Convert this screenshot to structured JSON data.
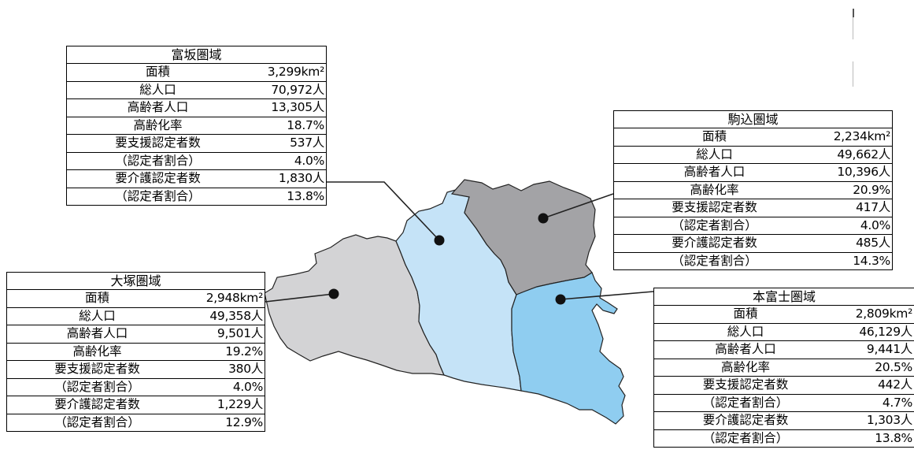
{
  "regions": [
    {
      "id": "tomisaka",
      "title": "富坂圏域",
      "fill": "#c5e3f7",
      "rows": [
        {
          "label": "面積",
          "value": "3,299km²"
        },
        {
          "label": "総人口",
          "value": "70,972人"
        },
        {
          "label": "高齢者人口",
          "value": "13,305人"
        },
        {
          "label": "高齢化率",
          "value": "18.7%"
        },
        {
          "label": "要支援認定者数",
          "value": "537人"
        },
        {
          "label": "（認定者割合）",
          "value": "4.0%"
        },
        {
          "label": "要介護認定者数",
          "value": "1,830人"
        },
        {
          "label": "（認定者割合）",
          "value": "13.8%"
        }
      ]
    },
    {
      "id": "komagome",
      "title": "駒込圏域",
      "fill": "#a3a3a6",
      "rows": [
        {
          "label": "面積",
          "value": "2,234km²"
        },
        {
          "label": "総人口",
          "value": "49,662人"
        },
        {
          "label": "高齢者人口",
          "value": "10,396人"
        },
        {
          "label": "高齢化率",
          "value": "20.9%"
        },
        {
          "label": "要支援認定者数",
          "value": "417人"
        },
        {
          "label": "（認定者割合）",
          "value": "4.0%"
        },
        {
          "label": "要介護認定者数",
          "value": "485人"
        },
        {
          "label": "（認定者割合）",
          "value": "14.3%"
        }
      ]
    },
    {
      "id": "otsuka",
      "title": "大塚圏域",
      "fill": "#d3d3d5",
      "rows": [
        {
          "label": "面積",
          "value": "2,948km²"
        },
        {
          "label": "総人口",
          "value": "49,358人"
        },
        {
          "label": "高齢者人口",
          "value": "9,501人"
        },
        {
          "label": "高齢化率",
          "value": "19.2%"
        },
        {
          "label": "要支援認定者数",
          "value": "380人"
        },
        {
          "label": "（認定者割合）",
          "value": "4.0%"
        },
        {
          "label": "要介護認定者数",
          "value": "1,229人"
        },
        {
          "label": "（認定者割合）",
          "value": "12.9%"
        }
      ]
    },
    {
      "id": "honfuji",
      "title": "本富士圏域",
      "fill": "#8fcdf0",
      "rows": [
        {
          "label": "面積",
          "value": "2,809km²"
        },
        {
          "label": "総人口",
          "value": "46,129人"
        },
        {
          "label": "高齢者人口",
          "value": "9,441人"
        },
        {
          "label": "高齢化率",
          "value": "20.5%"
        },
        {
          "label": "要支援認定者数",
          "value": "442人"
        },
        {
          "label": "（認定者割合）",
          "value": "4.7%"
        },
        {
          "label": "要介護認定者数",
          "value": "1,303人"
        },
        {
          "label": "（認定者割合）",
          "value": "13.8%"
        }
      ]
    }
  ]
}
